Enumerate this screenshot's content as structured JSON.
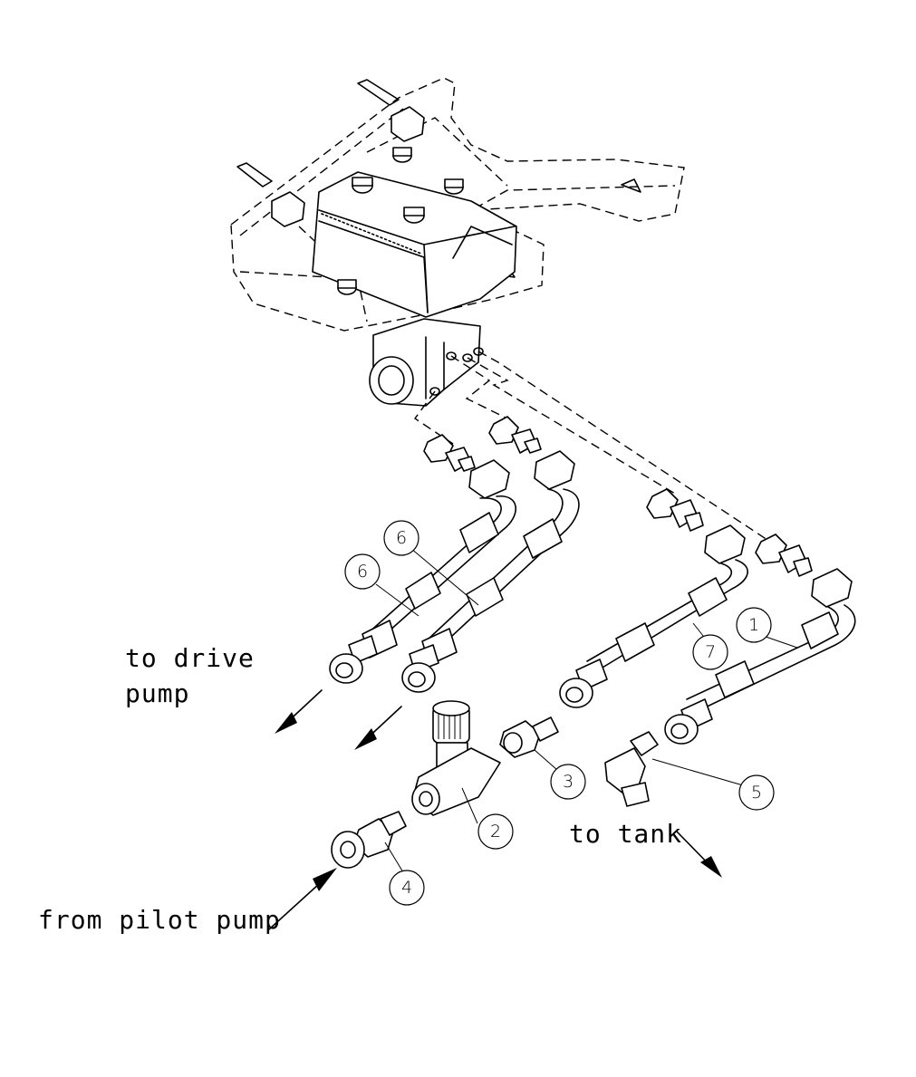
{
  "labels": {
    "to_drive_pump_line1": "to drive",
    "to_drive_pump_line2": "pump",
    "to_tank": "to tank",
    "from_pilot_pump": "from pilot pump"
  },
  "callouts": {
    "c1": "1",
    "c2": "2",
    "c3": "3",
    "c4": "4",
    "c5": "5",
    "c6a": "6",
    "c6b": "6",
    "c7": "7"
  }
}
